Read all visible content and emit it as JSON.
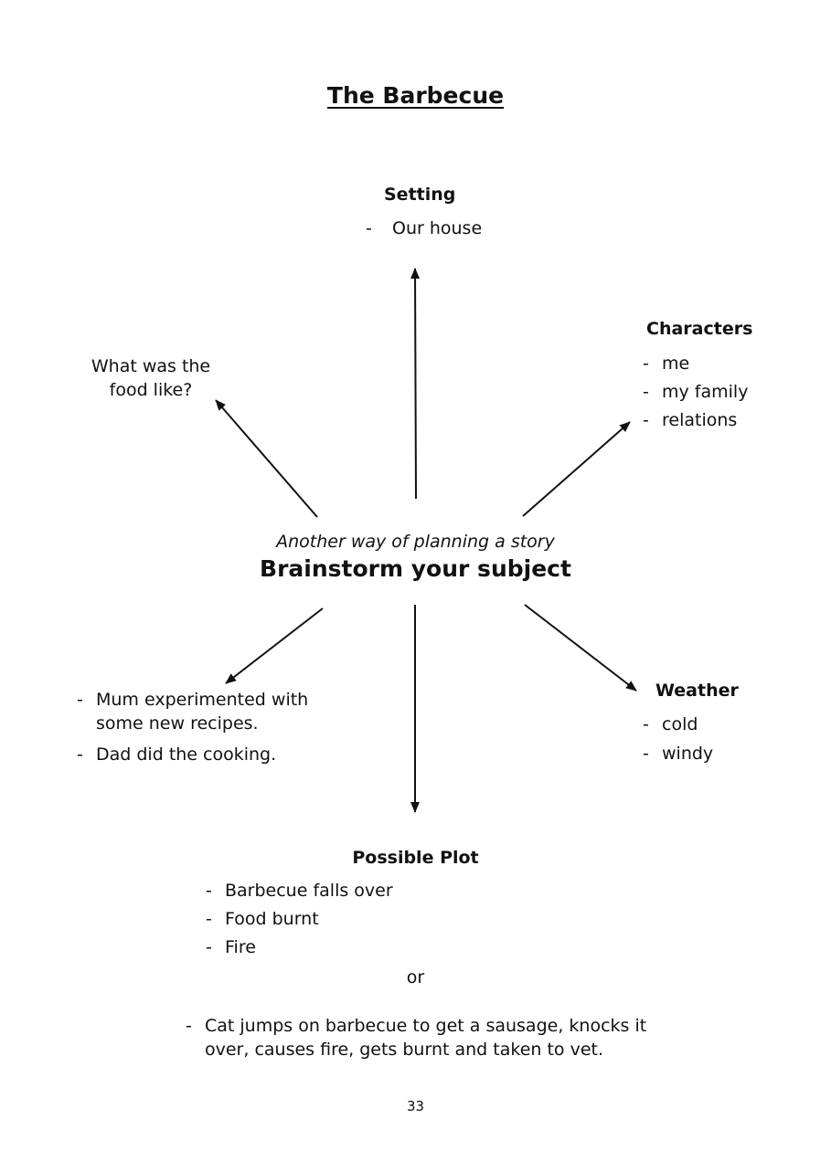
{
  "title": "The Barbecue",
  "center": {
    "subtitle": "Another way of planning a story",
    "main": "Brainstorm your subject"
  },
  "setting": {
    "heading": "Setting",
    "items": [
      "Our house"
    ]
  },
  "characters": {
    "heading": "Characters",
    "items": [
      "me",
      "my family",
      "relations"
    ]
  },
  "food": {
    "question_line1": "What was the",
    "question_line2": "food like?",
    "items": [
      {
        "line1": "Mum experimented with",
        "line2": "some new recipes."
      },
      {
        "line1": "Dad did the cooking."
      }
    ]
  },
  "weather": {
    "heading": "Weather",
    "items": [
      "cold",
      "windy"
    ]
  },
  "plot": {
    "heading": "Possible Plot",
    "items": [
      "Barbecue falls over",
      "Food burnt",
      "Fire"
    ],
    "or_text": "or",
    "alternative_line1": "Cat jumps on barbecue to get a sausage, knocks it",
    "alternative_line2": "over, causes fire, gets burnt and taken to vet."
  },
  "dash": "-",
  "page_number": "33"
}
